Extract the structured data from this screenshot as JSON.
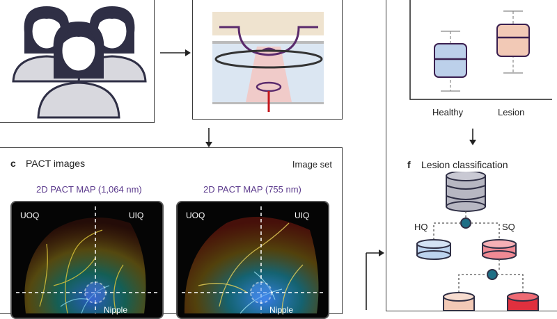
{
  "panel_c": {
    "letter": "c",
    "title": "PACT images",
    "tag": "Image set",
    "map_left": {
      "title": "2D PACT MAP (1,064 nm)",
      "q_left": "UOQ",
      "q_right": "UIQ",
      "nipple": "Nipple"
    },
    "map_right": {
      "title": "2D PACT MAP (755 nm)",
      "q_left": "UOQ",
      "q_right": "UIQ",
      "nipple": "Nipple"
    }
  },
  "panel_e": {
    "categories": [
      "Healthy",
      "Lesion"
    ]
  },
  "panel_f": {
    "letter": "f",
    "title": "Lesion classification",
    "left_node": "HQ",
    "right_node": "SQ"
  },
  "colors": {
    "healthy_fill": "#bcd0ea",
    "lesion_fill": "#f2c9b6",
    "box_stroke": "#3a1f4f",
    "title_purple": "#5b3a8c",
    "hq_fill": "#bcd3ee",
    "sq_fill": "#f08a94",
    "db_fill": "#b7b7c2"
  },
  "icons": [
    "people-icon",
    "imaging-system-icon",
    "database-icon"
  ]
}
